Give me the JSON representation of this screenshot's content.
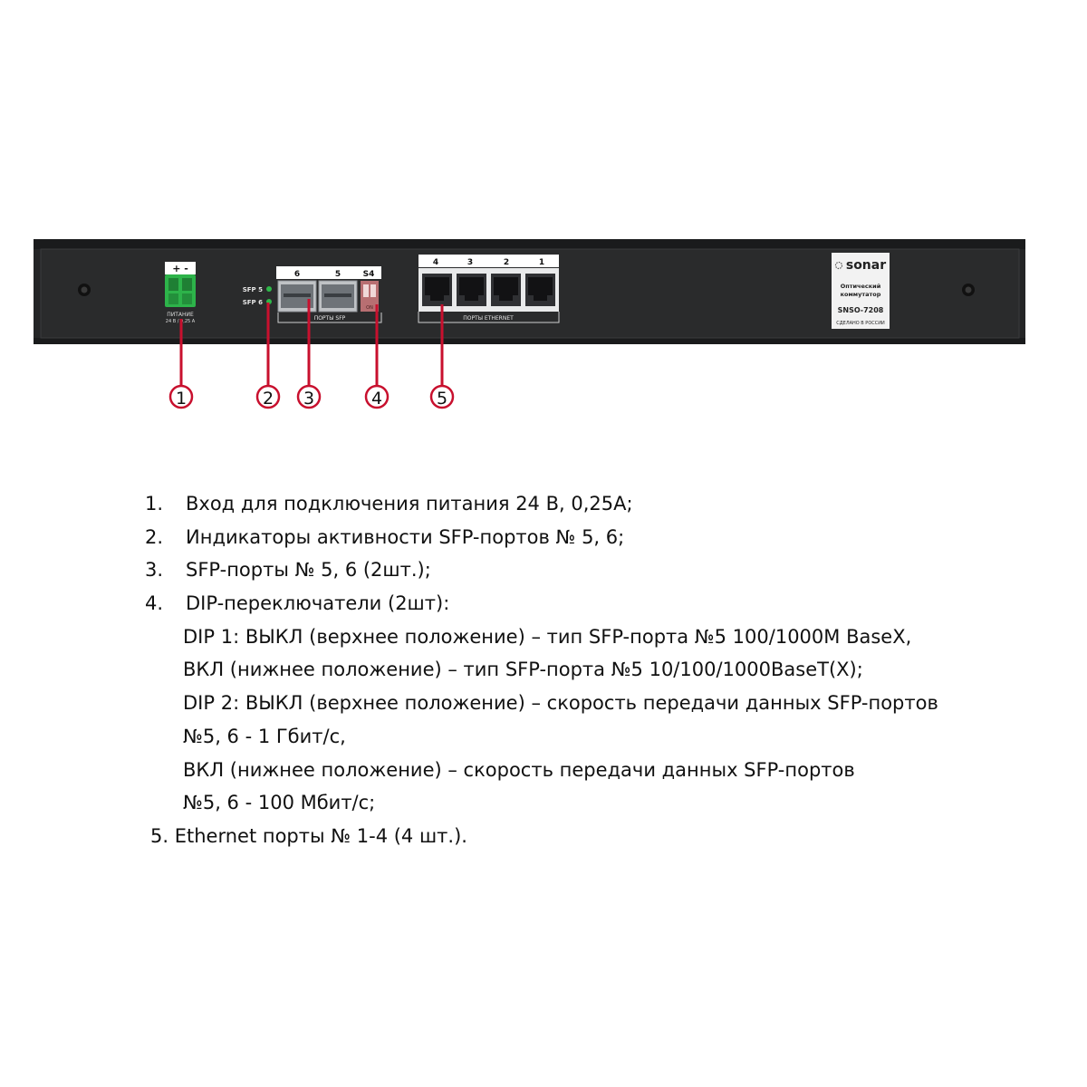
{
  "device": {
    "power_polarity": "+ -",
    "power_label_1": "ПИТАНИЕ",
    "power_label_2": "24 В / 0,25 А",
    "sfp_led_5": "SFP 5",
    "sfp_led_6": "SFP 6",
    "sfp_port_6": "6",
    "sfp_port_5": "5",
    "dip_label": "S4",
    "dip_on": "ON",
    "sfp_group_label": "ПОРТЫ SFP",
    "eth_port_numbers": [
      "4",
      "3",
      "2",
      "1"
    ],
    "eth_group_label": "ПОРТЫ ETHERNET",
    "brand": "sonar",
    "product_line_1": "Оптический",
    "product_line_2": "коммутатор",
    "model": "SNSO-7208",
    "made_in": "СДЕЛАНО В РОССИИ"
  },
  "callouts": [
    "1",
    "2",
    "3",
    "4",
    "5"
  ],
  "colors": {
    "callout": "#c8102e",
    "chassis": "#242526",
    "terminal": "#2db34a",
    "led": "#2fb84a"
  },
  "legend": {
    "items": [
      {
        "num": "1.",
        "text": "Вход для подключения питания 24 В, 0,25А;"
      },
      {
        "num": "2.",
        "text": "Индикаторы активности SFP-портов № 5, 6;"
      },
      {
        "num": "3.",
        "text": "SFP-порты № 5, 6 (2шт.);"
      },
      {
        "num": "4.",
        "text": "DIP-переключатели (2шт):"
      }
    ],
    "dip_lines": [
      "DIP 1: ВЫКЛ (верхнее положение) – тип SFP-порта №5 100/1000M BaseX,",
      "ВКЛ (нижнее положение) – тип SFP-порта №5 10/100/1000BaseT(X);",
      "DIP 2: ВЫКЛ (верхнее положение) – скорость передачи данных SFP-портов",
      "№5, 6 - 1 Гбит/с,",
      "ВКЛ (нижнее положение) – скорость передачи данных SFP-портов",
      "№5, 6 - 100 Мбит/с;"
    ],
    "item5": "5. Ethernet порты № 1-4 (4 шт.)."
  }
}
